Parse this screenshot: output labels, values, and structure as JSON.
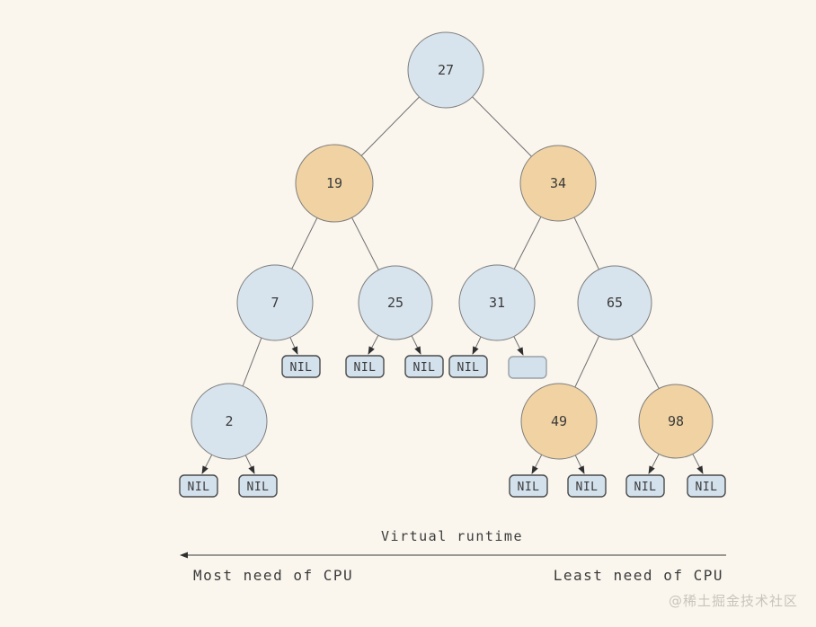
{
  "tree": {
    "nodes": [
      {
        "label": "27",
        "color_role": "blue",
        "fill": "#d8e4ed"
      },
      {
        "label": "19",
        "color_role": "orange",
        "fill": "#f1d3a3"
      },
      {
        "label": "34",
        "color_role": "orange",
        "fill": "#f1d3a3"
      },
      {
        "label": "7",
        "color_role": "blue",
        "fill": "#d8e4ed"
      },
      {
        "label": "25",
        "color_role": "blue",
        "fill": "#d8e4ed"
      },
      {
        "label": "31",
        "color_role": "blue",
        "fill": "#d8e4ed"
      },
      {
        "label": "65",
        "color_role": "blue",
        "fill": "#d8e4ed"
      },
      {
        "label": "2",
        "color_role": "blue",
        "fill": "#d8e4ed"
      },
      {
        "label": "49",
        "color_role": "orange",
        "fill": "#f1d3a3"
      },
      {
        "label": "98",
        "color_role": "orange",
        "fill": "#f1d3a3"
      }
    ],
    "edges": "27-19, 27-34, 19-7, 19-25, 34-31, 34-65, 7-2, 65-49, 65-98",
    "nil_label": "NIL",
    "empty_leaf_label": ""
  },
  "footer": {
    "axis_label": "Virtual runtime",
    "left_label": "Most need of CPU",
    "right_label": "Least need of CPU"
  },
  "watermark": "@稀土掘金技术社区",
  "colors": {
    "background": "#faf6ee",
    "node_blue": "#d8e4ed",
    "node_orange": "#f1d3a3",
    "node_stroke": "#7d7d7d",
    "nil_fill": "#d3e1ec",
    "nil_stroke": "#4a4a4a",
    "empty_stroke": "#9aa0a3",
    "edge": "#6f6f6f",
    "text": "#3a3a3a",
    "watermark": "#c9c4ba"
  }
}
